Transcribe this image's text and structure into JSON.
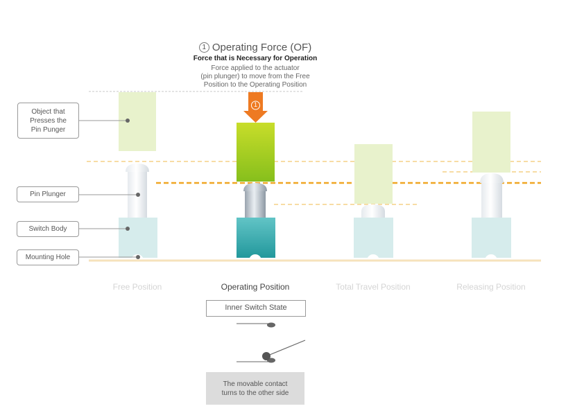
{
  "header": {
    "number": "1",
    "title": "Operating Force (OF)",
    "subtitle": "Force that is Necessary for Operation",
    "description": "Force applied to the actuator\n(pin plunger) to move from the Free\nPosition to the Operating Position"
  },
  "arrow_number": "1",
  "callouts": [
    {
      "text": "Object that Presses the Pin Punger"
    },
    {
      "text": "Pin Plunger"
    },
    {
      "text": "Switch Body"
    },
    {
      "text": "Mounting Hole"
    }
  ],
  "positions": [
    {
      "label": "Free Position",
      "active": false
    },
    {
      "label": "Operating Position",
      "active": true
    },
    {
      "label": "Total Travel Position",
      "active": false
    },
    {
      "label": "Releasing Position",
      "active": false
    }
  ],
  "inner_state": {
    "label": "Inner Switch State",
    "note": "The movable contact\nturns to the other side"
  },
  "colors": {
    "active_body": "#3aadb0",
    "inactive_body": "#d6ecec",
    "active_object": "#9ccc1e",
    "inactive_object": "#e8f2cc",
    "arrow": "#ee7a22",
    "dash_orange": "#f0a623",
    "mounting_line": "#f5deb0"
  }
}
